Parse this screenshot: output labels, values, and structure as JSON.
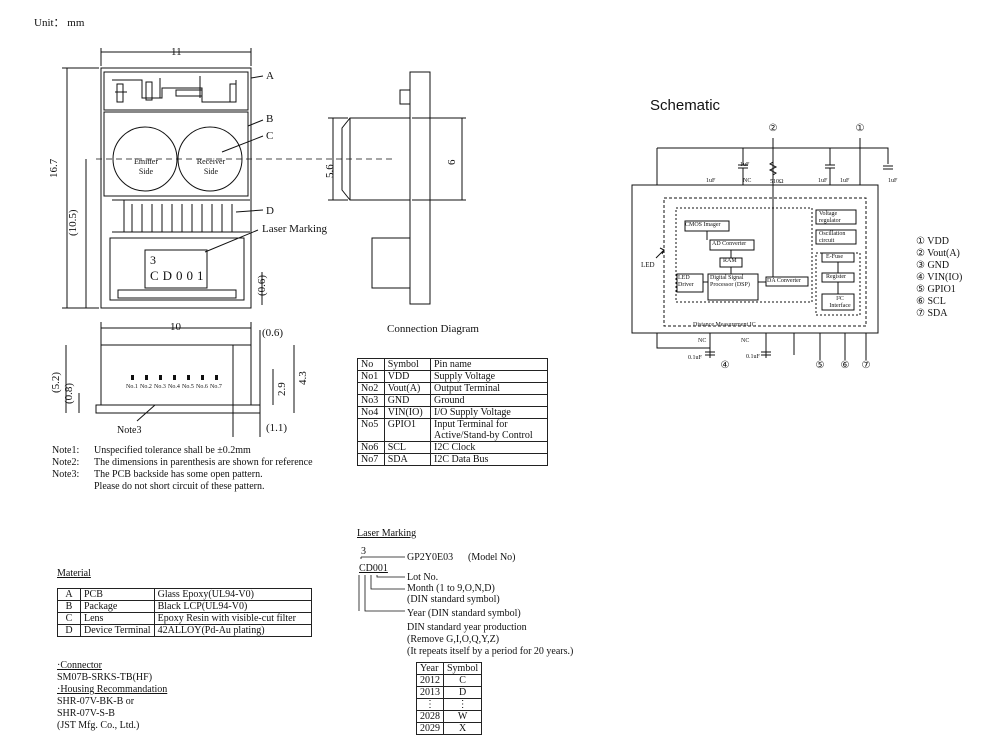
{
  "unit_label": "Unit： mm",
  "schematic_title": "Schematic",
  "dims": {
    "top_width": "11",
    "height_total": "16.7",
    "height_ref": "(10.5)",
    "dim_06_right": "(0.6)",
    "side_h": "5.6",
    "side_6": "6",
    "bottom_width": "10",
    "bottom_06": "(0.6)",
    "dim_52": "(5.2)",
    "dim_08": "(0.8)",
    "dim_29": "2.9",
    "dim_43": "4.3",
    "dim_11": "(1.1)",
    "note3_tag": "Note3"
  },
  "callouts": {
    "A": "A",
    "B": "B",
    "C": "C",
    "D": "D",
    "laser_marking": "Laser Marking",
    "emitter": "Emitter Side",
    "receiver": "Receiver Side",
    "marking_3": "3",
    "marking_cd": "CD001",
    "pins": [
      "No.1",
      "No.2",
      "No.3",
      "No.4",
      "No.5",
      "No.6",
      "No.7"
    ]
  },
  "notes": [
    {
      "label": "Note1:",
      "text": "Unspecified tolerance shall be ±0.2mm"
    },
    {
      "label": "Note2:",
      "text": "The dimensions in parenthesis are shown for reference"
    },
    {
      "label": "Note3:",
      "text": "The PCB backside has some open pattern."
    },
    {
      "label": "",
      "text": "Please do not short circuit of these pattern."
    }
  ],
  "connection": {
    "title": "Connection Diagram",
    "headers": [
      "No",
      "Symbol",
      "Pin name"
    ],
    "rows": [
      [
        "No1",
        "VDD",
        "Supply Voltage"
      ],
      [
        "No2",
        "Vout(A)",
        "Output Terminal"
      ],
      [
        "No3",
        "GND",
        "Ground"
      ],
      [
        "No4",
        "VIN(IO)",
        "I/O Supply Voltage"
      ],
      [
        "No5",
        "GPIO1",
        "Input Terminal for Active/Stand-by Control"
      ],
      [
        "No6",
        "SCL",
        "I2C Clock"
      ],
      [
        "No7",
        "SDA",
        "I2C Data Bus"
      ]
    ]
  },
  "schematic": {
    "pin_legend": [
      "① VDD",
      "② Vout(A)",
      "③ GND",
      "④ VIN(IO)",
      "⑤ GPIO1",
      "⑥ SCL",
      "⑦ SDA"
    ],
    "pin_nums": [
      "①",
      "②",
      "③",
      "④",
      "⑤",
      "⑥",
      "⑦"
    ],
    "blocks": {
      "cmos": "CMOS Imager",
      "ad": "AD Converter",
      "ram": "RAM",
      "dsp": "Digital Signal Processor (DSP)",
      "led_driver": "LED Driver",
      "da": "DA Converter",
      "vreg": "Voltage regulator",
      "osc": "Oscillation circuit",
      "efuse": "E-Fuse",
      "register": "Register",
      "i2c": "I²C Interface",
      "ic_label": "Distance Measurement IC",
      "led": "LED"
    },
    "passives": {
      "c_1uf": "1uF",
      "c_01uf": "0.1uF",
      "r_510": "510Ω",
      "nc": "NC"
    }
  },
  "laser_marking": {
    "title": "Laser Marking",
    "line1_code": "3",
    "line1_model": "GP2Y0E03",
    "line1_note": "(Model No)",
    "line2_code": "CD001",
    "lot_no": "Lot No.",
    "month": "Month (1 to 9,O,N,D)",
    "month_note": "(DIN standard symbol)",
    "year": "Year (DIN standard symbol)",
    "year_note1": "DIN standard year production",
    "year_note2": "(Remove G,I,O,Q,Y,Z)",
    "year_note3": "(It repeats itself by a period for 20 years.)",
    "year_table": {
      "headers": [
        "Year",
        "Symbol"
      ],
      "rows": [
        [
          "2012",
          "C"
        ],
        [
          "2013",
          "D"
        ],
        [
          "⋮",
          "⋮"
        ],
        [
          "2028",
          "W"
        ],
        [
          "2029",
          "X"
        ]
      ]
    }
  },
  "material": {
    "title": "Material",
    "rows": [
      [
        "A",
        "PCB",
        "Glass Epoxy(UL94-V0)"
      ],
      [
        "B",
        "Package",
        "Black LCP(UL94-V0)"
      ],
      [
        "C",
        "Lens",
        "Epoxy Resin with visible-cut filter"
      ],
      [
        "D",
        "Device Terminal",
        "42ALLOY(Pd-Au plating)"
      ]
    ]
  },
  "connector": {
    "title": "·Connector",
    "model": "SM07B-SRKS-TB(HF)",
    "housing_title": "·Housing Recommandation",
    "housing1": "SHR-07V-BK-B or",
    "housing2": "SHR-07V-S-B",
    "maker": "(JST Mfg. Co., Ltd.)"
  }
}
